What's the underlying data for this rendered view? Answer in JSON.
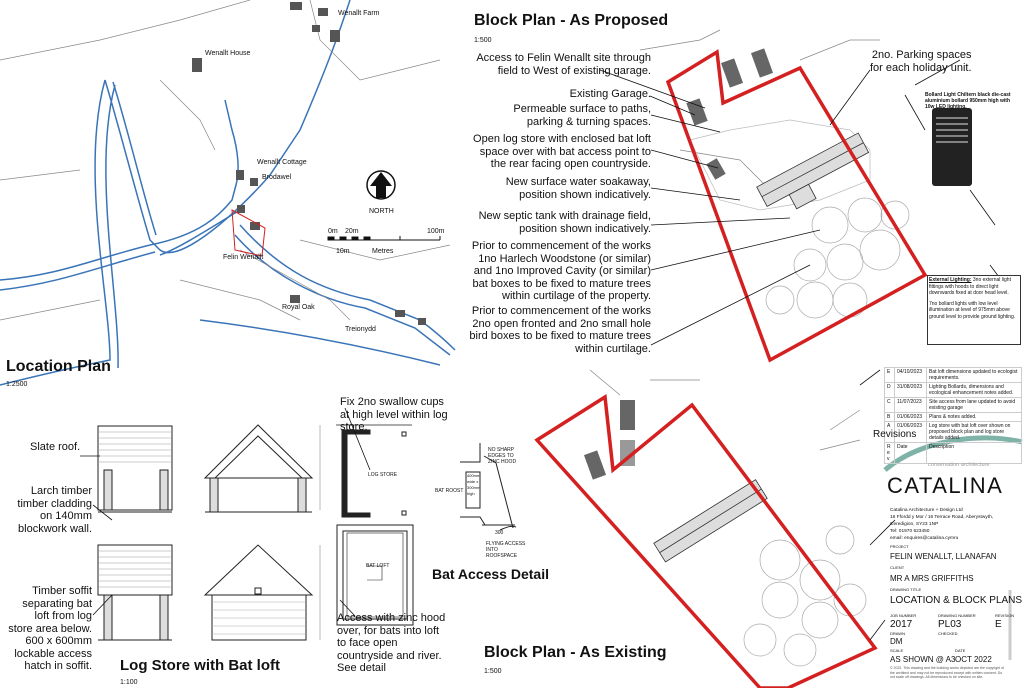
{
  "location_plan": {
    "title": "Location Plan",
    "scale": "1:2500",
    "labels": [
      "Wenallt Farm",
      "Wenallt House",
      "Wenallt Cottage",
      "Brodawel",
      "Felin Wenallt",
      "Royal Oak",
      "Treionydd"
    ],
    "north": "NORTH",
    "scalebar": {
      "t0": "0m",
      "t20": "20m",
      "t100": "100m",
      "t10": "10m",
      "unit": "Metres"
    }
  },
  "log_store": {
    "title": "Log  Store with Bat loft",
    "scale": "1:100",
    "note_roof": "Slate roof.",
    "note_cladding": [
      "Larch timber",
      "timber cladding",
      "on 140mm",
      "blockwork wall."
    ],
    "note_soffit": [
      "Timber soffit",
      "separating bat",
      "loft from log",
      "store area below.",
      "600  x 600mm",
      "lockable access",
      "hatch in soffit."
    ],
    "note_swallow": [
      "Fix 2no swallow cups",
      "at high level within log",
      "store."
    ],
    "note_access": [
      "Access with zinc hood",
      "over, for bats into loft",
      "to face open",
      "countryside and river.",
      "See detail"
    ],
    "plan_labels": {
      "log_store": "LOG STORE",
      "bat_loft": "BAT LOFT"
    }
  },
  "bat_detail": {
    "title": "Bat Access Detail",
    "labels": {
      "no_sharp": "NO SHARP EDGES TO ZINC HOOD",
      "bat_roost": "BAT ROOST",
      "box": "400mm wide x 300mm high",
      "dim": "300",
      "flying": "FLYING ACCESS INTO ROOFSPACE"
    }
  },
  "block_proposed": {
    "title": "Block Plan - As Proposed",
    "scale": "1:500",
    "notes": [
      [
        "Access to Felin Wenallt site through",
        "field to West of existing garage."
      ],
      [
        "Existing Garage."
      ],
      [
        "Permeable surface to paths,",
        "parking & turning spaces."
      ],
      [
        "Open log store with enclosed bat loft",
        "space over with bat access point to",
        "the rear facing open countryside."
      ],
      [
        "New surface water soakaway,",
        "position shown indicatively."
      ],
      [
        "New septic tank with drainage field,",
        "position shown indicatively."
      ],
      [
        "Prior to commencement of the works",
        "1no Harlech Woodstone (or similar)",
        "and 1no Improved Cavity (or similar)",
        "bat boxes to be fixed to mature trees",
        "within curtilage of the property."
      ],
      [
        "Prior to commencement of the works",
        "2no open fronted and 2no small hole",
        "bird boxes to be fixed to mature trees",
        "within curtilage."
      ]
    ],
    "parking_note": [
      "2no. Parking spaces",
      "for each holiday unit."
    ],
    "bollard_caption": "Bollard Light Chiltern black die-cast aluminium bollard 950mm high with 10w LED lighting.",
    "external_lighting": {
      "heading": "External Lighting:",
      "text1": "3no external light fittings with hoods to direct light downwards fixed at door head level.",
      "text2": "7no bollard lights with low level illumination at level of 975mm above ground level to provide ground lighting."
    }
  },
  "block_existing": {
    "title": "Block Plan - As Existing",
    "scale": "1:500"
  },
  "revisions": {
    "title": "Revisions",
    "rows": [
      {
        "rev": "E",
        "date": "04/10/2023",
        "desc": "Bat loft dimensions updated to ecologist requirements."
      },
      {
        "rev": "D",
        "date": "31/08/2023",
        "desc": "Lighting Bollards, dimensions and ecological enhancement notes added."
      },
      {
        "rev": "C",
        "date": "11/07/2023",
        "desc": "Site access from lane updated to avoid existing garage"
      },
      {
        "rev": "B",
        "date": "01/06/2023",
        "desc": "Plans & notes added."
      },
      {
        "rev": "A",
        "date": "01/06/2023",
        "desc": "Log store with bat loft over shown on proposed block plan and log store details added."
      }
    ],
    "head": {
      "rev": "Rev",
      "date": "Date",
      "desc": "Description"
    }
  },
  "title_block": {
    "tagline": "conservation architecture",
    "logo": "CATALINA",
    "address": [
      "Catalina Architecture + Design Ltd",
      "16 Ffordd y Mor / 16 Terrace Road, Aberystwyth,",
      "Ceredigion, SY23 1NP",
      "Tel: 01970 623450",
      "email: enquires@catalina.cymru"
    ],
    "project_label": "PROJECT",
    "project": "FELIN WENALLT, LLANAFAN",
    "client_label": "CLIENT",
    "client": "MR A MRS GRIFFITHS",
    "drawing_title_label": "DRAWING TITLE",
    "drawing_title": "LOCATION & BLOCK PLANS",
    "job_label": "JOB NUMBER",
    "job": "2017",
    "drawing_no_label": "DRAWING NUMBER",
    "drawing_no": "PL03",
    "revision_label": "REVISION",
    "revision": "E",
    "drawn_label": "DRAWN",
    "drawn": "DM",
    "checked_label": "CHECKED",
    "scale_label": "SCALE",
    "scale": "AS SHOWN @ A3",
    "date_label": "DATE",
    "date": "OCT 2022",
    "copyright": "© 2022. This drawing and the building works depicted are the copyright of the architect and may not be reproduced except with written consent. Do not scale off drawings. All dimensions to be checked on site."
  },
  "colors": {
    "boundary": "#d42020",
    "road": "#3a74b8",
    "logo_arc": "#7fb3a8"
  }
}
